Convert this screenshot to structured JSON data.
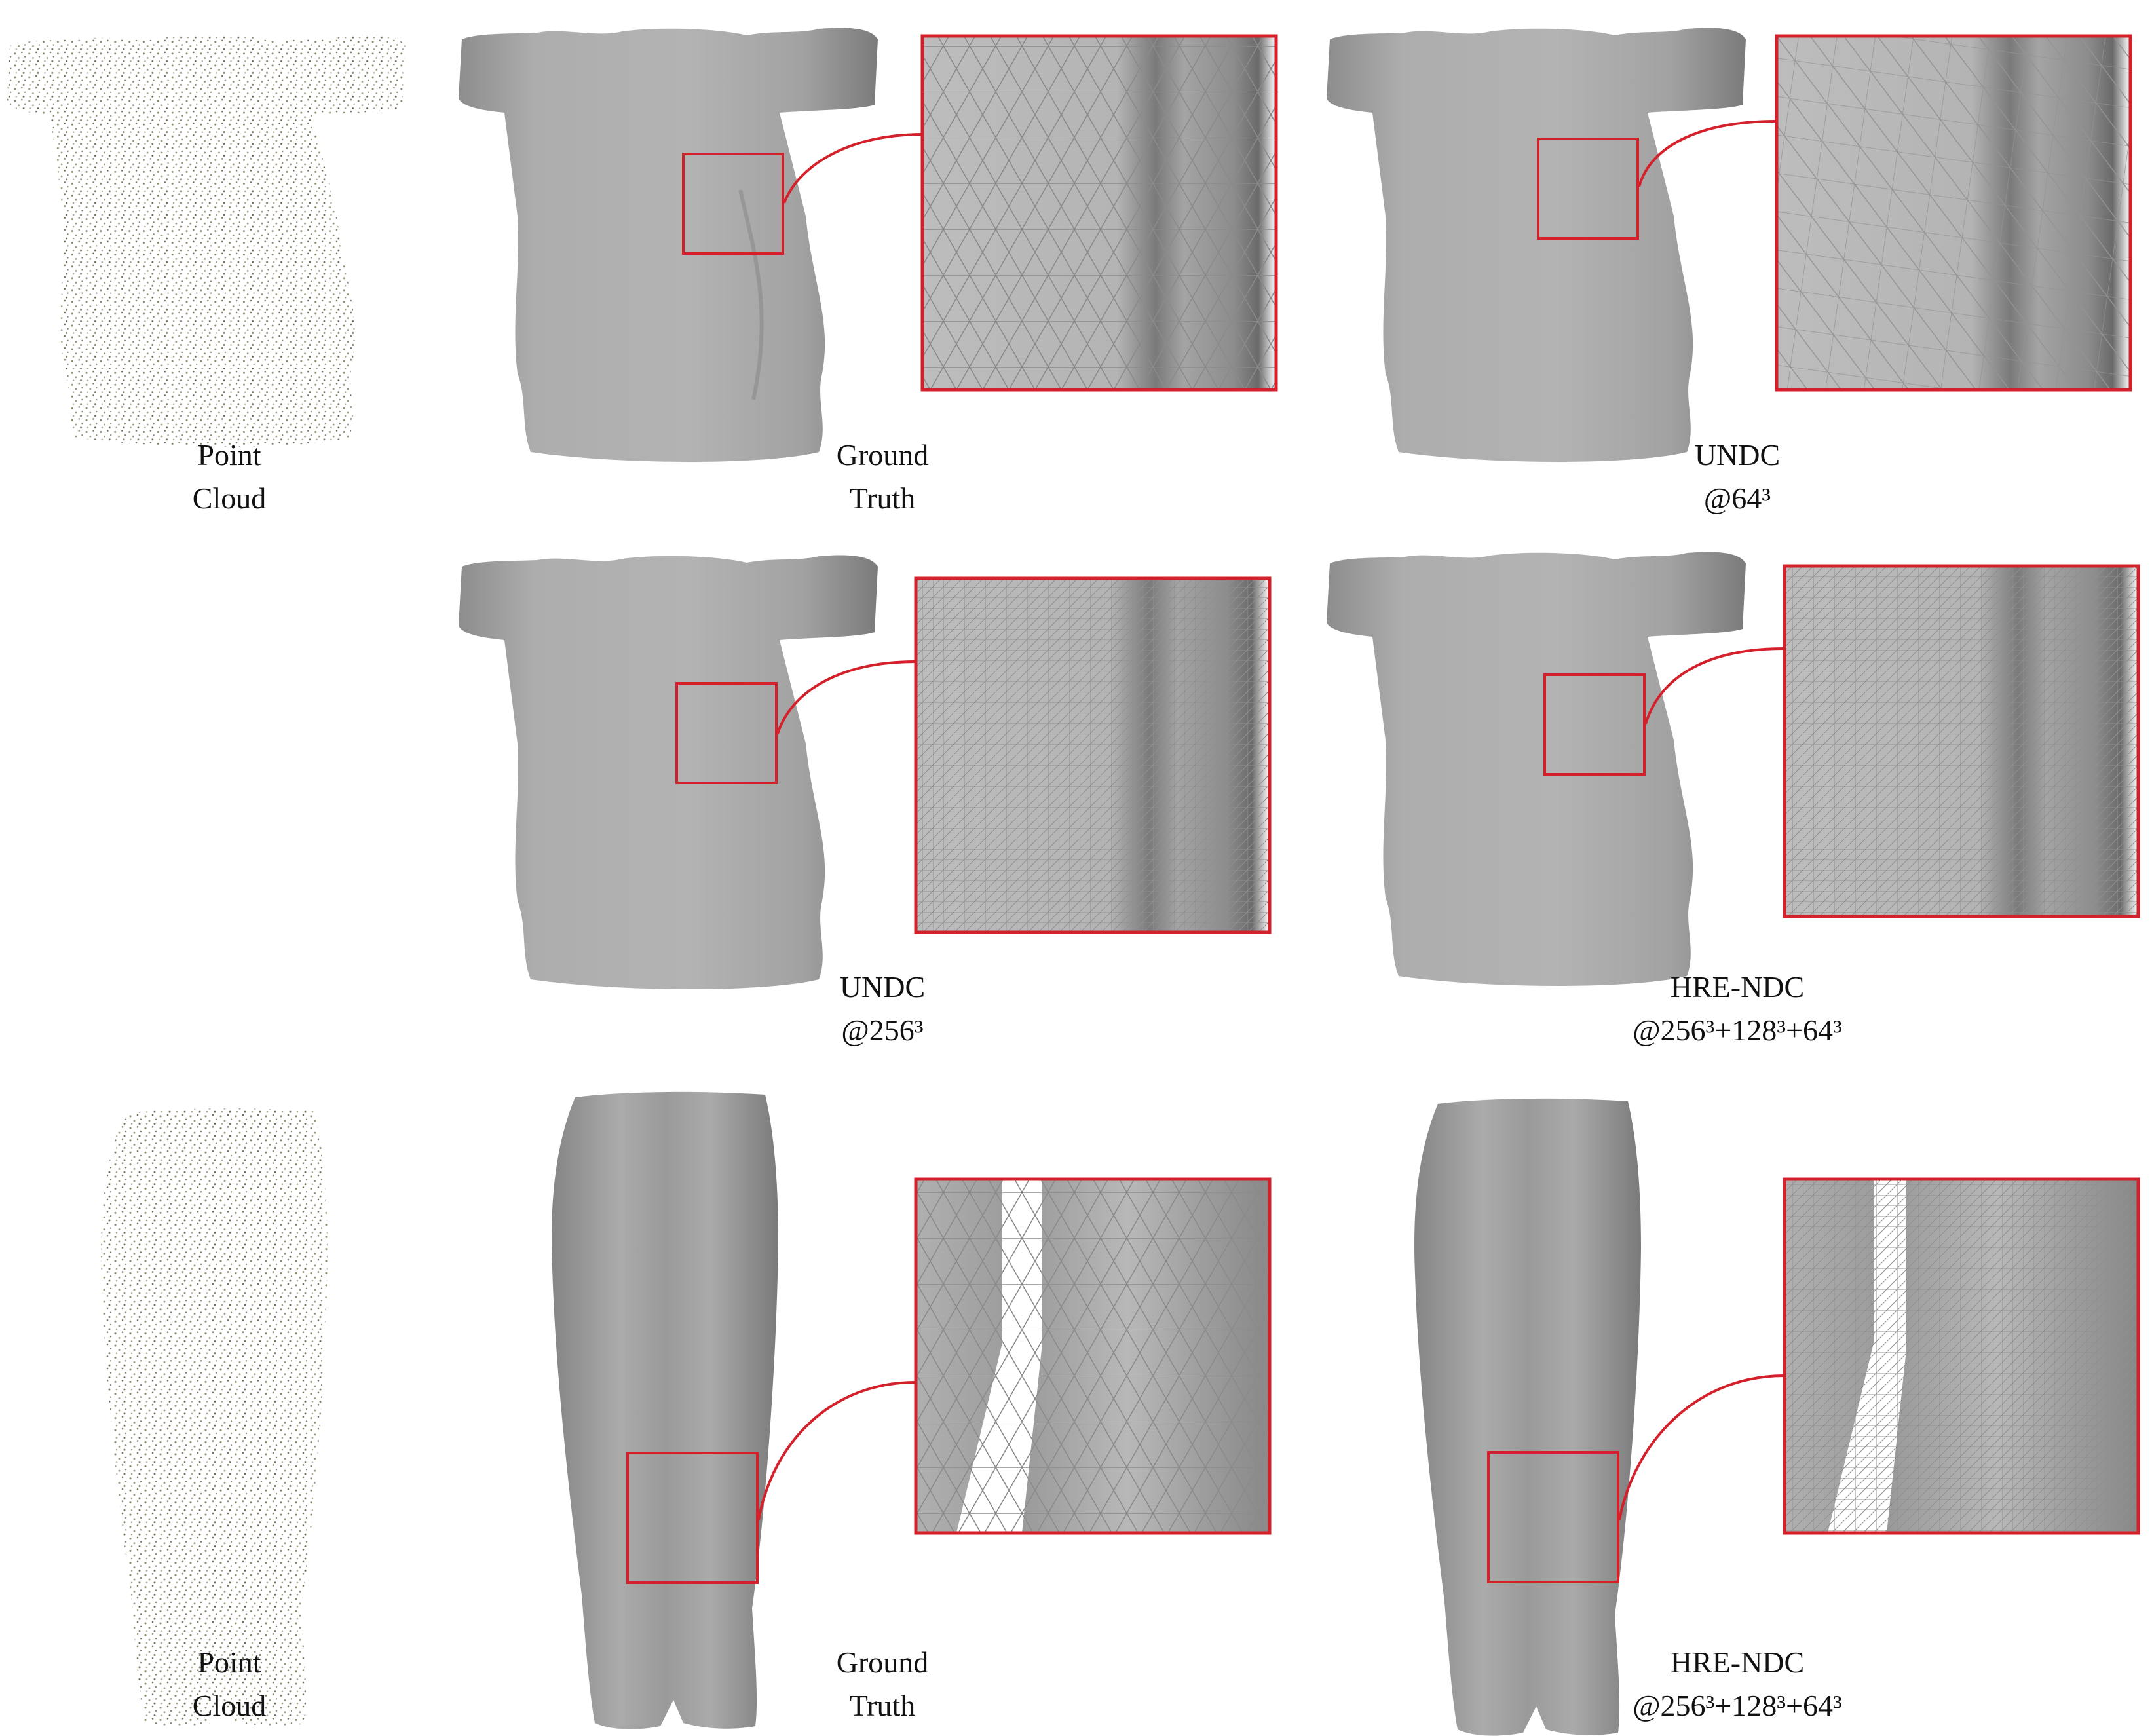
{
  "figure": {
    "captions": [
      {
        "id": "pc-top",
        "lines": [
          "Point",
          "Cloud"
        ]
      },
      {
        "id": "gt-top",
        "lines": [
          "Ground",
          "Truth"
        ]
      },
      {
        "id": "undc-64",
        "lines": [
          "UNDC",
          "@64³"
        ]
      },
      {
        "id": "undc-256",
        "lines": [
          "UNDC",
          "@256³"
        ]
      },
      {
        "id": "hre-top",
        "lines": [
          "HRE-NDC",
          "@256³+128³+64³"
        ]
      },
      {
        "id": "pc-bottom",
        "lines": [
          "Point",
          "Cloud"
        ]
      },
      {
        "id": "gt-bottom",
        "lines": [
          "Ground",
          "Truth"
        ]
      },
      {
        "id": "hre-bottom",
        "lines": [
          "HRE-NDC",
          "@256³+128³+64³"
        ]
      }
    ],
    "colors": {
      "mesh_fill": "#a9a9a9",
      "mesh_shade": "#7d7d7d",
      "zoom_border": "#d4202a",
      "point_color": "#8a8466",
      "wire_color": "#8e8e8e"
    },
    "icons": [
      "tshirt-mesh-icon",
      "pants-mesh-icon",
      "point-cloud-icon",
      "zoom-inset-icon"
    ]
  }
}
